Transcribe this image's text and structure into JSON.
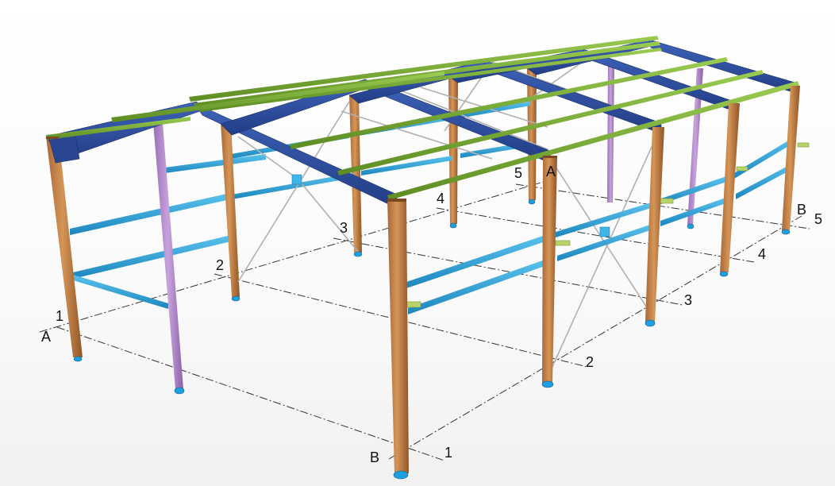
{
  "colors": {
    "column": "#c98648",
    "column_dark": "#9c5f2c",
    "rafter": "#2f4f9e",
    "rafter_dark": "#1f3676",
    "purlin": "#7cae34",
    "girt": "#2aa6d8",
    "gable_post": "#b088c8",
    "bracing": "#b5b5b5",
    "grid_line": "#333333",
    "base_plate": "#1e9fe0"
  },
  "grid_labels": {
    "axis_a_near": "A",
    "axis_a_far": "A",
    "axis_b_near": "B",
    "axis_b_far": "B",
    "row_a": [
      "1",
      "2",
      "3",
      "4",
      "5"
    ],
    "row_b": [
      "1",
      "2",
      "3",
      "4",
      "5"
    ]
  }
}
